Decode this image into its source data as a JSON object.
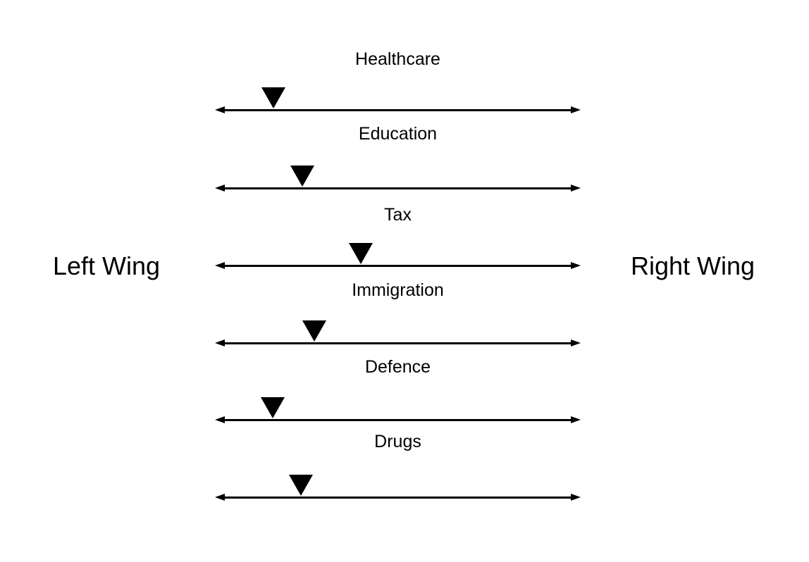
{
  "axis": {
    "left_label": "Left Wing",
    "right_label": "Right Wing"
  },
  "scales": [
    {
      "label": "Healthcare",
      "marker_fraction": 0.16
    },
    {
      "label": "Education",
      "marker_fraction": 0.239
    },
    {
      "label": "Tax",
      "marker_fraction": 0.399
    },
    {
      "label": "Immigration",
      "marker_fraction": 0.272
    },
    {
      "label": "Defence",
      "marker_fraction": 0.158
    },
    {
      "label": "Drugs",
      "marker_fraction": 0.235
    }
  ],
  "colors": {
    "background": "#ffffff",
    "line": "#000000",
    "marker": "#000000",
    "text": "#000000"
  },
  "chart_data": {
    "type": "scale",
    "title": "",
    "axis_labels": {
      "left": "Left Wing",
      "right": "Right Wing"
    },
    "scale_range": [
      0,
      1
    ],
    "categories": [
      "Healthcare",
      "Education",
      "Tax",
      "Immigration",
      "Defence",
      "Drugs"
    ],
    "values": [
      0.16,
      0.239,
      0.399,
      0.272,
      0.158,
      0.235
    ],
    "legend": "none",
    "grid": "off"
  }
}
